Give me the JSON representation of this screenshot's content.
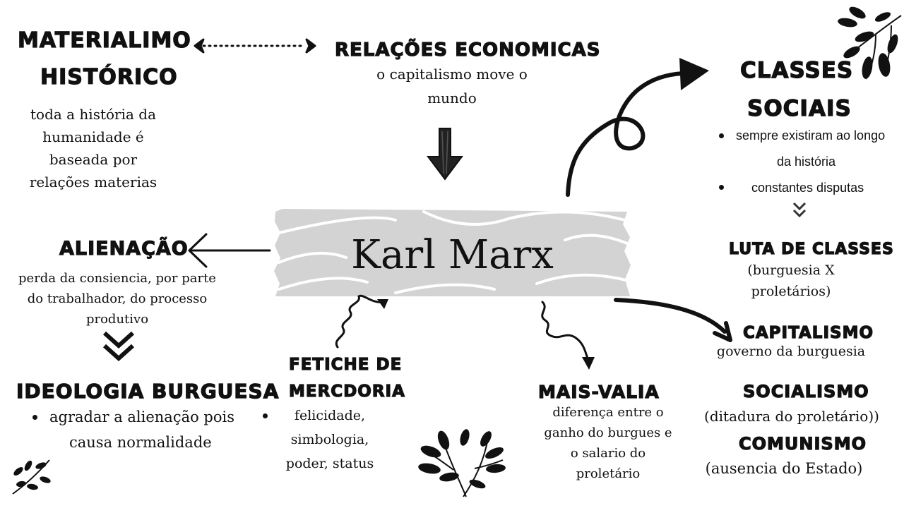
{
  "center": {
    "title": "Karl Marx"
  },
  "materialismo": {
    "title_line1": "MATERIALIMO",
    "title_line2": "HISTÓRICO",
    "text_lines": [
      "toda a história da",
      "humanidade é",
      "baseada por",
      "relações materias"
    ]
  },
  "relacoes": {
    "title": "RELAÇÕES ECONOMICAS",
    "text_lines": [
      "o capitalismo move o",
      "mundo"
    ]
  },
  "classes": {
    "title_line1": "CLASSES",
    "title_line2": "SOCIAIS",
    "bullets": [
      {
        "line1": "sempre existiram ao longo",
        "line2": "da história"
      },
      {
        "line1": "constantes disputas"
      }
    ]
  },
  "luta": {
    "title": "LUTA DE CLASSES",
    "text": "(burguesia X proletários)"
  },
  "alienacao": {
    "title": "ALIENAÇÃO",
    "text_lines": [
      "perda da consiencia, por parte",
      "do trabalhador, do processo",
      "produtivo"
    ]
  },
  "ideologia": {
    "title": "IDEOLOGIA BURGUESA",
    "bullet_line1": "agradar a alienação pois",
    "bullet_line2": "causa normalidade"
  },
  "fetiche": {
    "title_line1": "FETICHE DE",
    "title_line2": "MERCDORIA",
    "bullet_lines": [
      "felicidade,",
      "simbologia,",
      "poder, status"
    ]
  },
  "maisvalia": {
    "title": "MAIS-VALIA",
    "text_lines": [
      "diferença entre o",
      "ganho do burgues e",
      "o salario do",
      "proletário"
    ]
  },
  "capitalismo": {
    "title": "CAPITALISMO",
    "text": "governo da burguesia"
  },
  "socialismo": {
    "title": "SOCIALISMO",
    "text": "(ditadura do proletário))"
  },
  "comunismo": {
    "title": "COMUNISMO",
    "text": "(ausencia do Estado)"
  },
  "colors": {
    "ink": "#111111",
    "tape": "#d3d3d3",
    "tape_lines": "#ffffff",
    "background": "#ffffff"
  }
}
